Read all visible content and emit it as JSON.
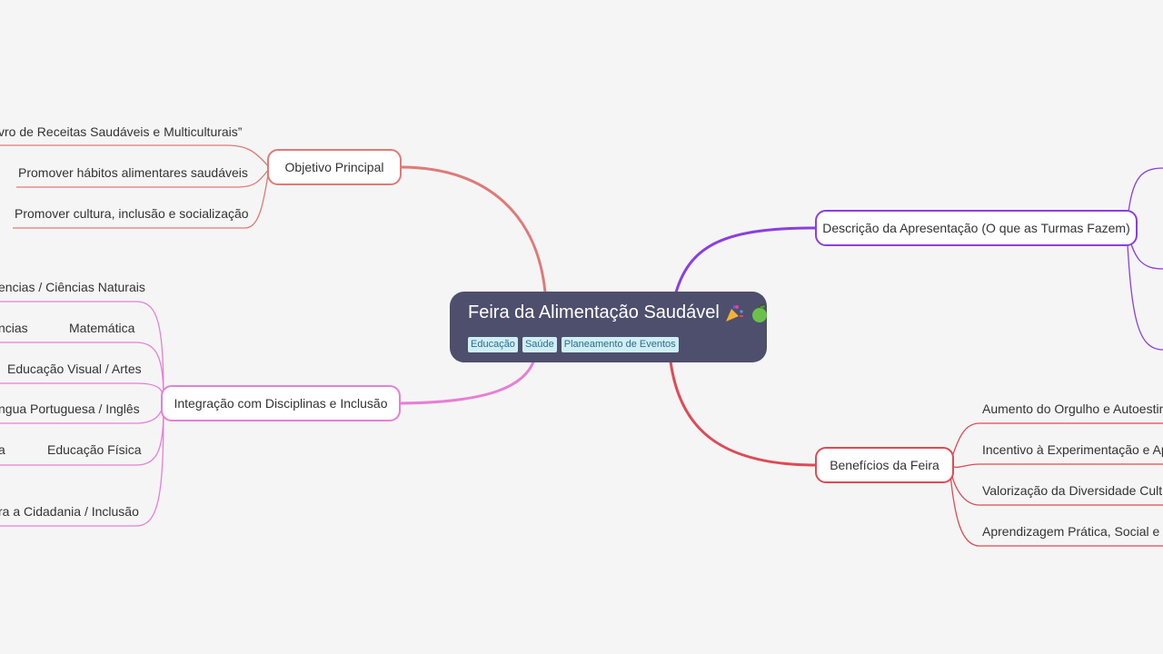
{
  "central": {
    "title": "Feira da Alimentação Saudável",
    "tags": [
      "Educação",
      "Saúde",
      "Planeamento de Eventos"
    ]
  },
  "branches": {
    "objetivo": {
      "label": "Objetivo Principal",
      "color": "#e07a78",
      "children": [
        "vro de Receitas Saudáveis e Multiculturais”",
        "Promover hábitos alimentares saudáveis",
        "Promover cultura, inclusão e socialização"
      ]
    },
    "integracao": {
      "label": "Integração com Disciplinas e Inclusão",
      "color": "#e77fd6",
      "children": [
        "encias / Ciências Naturais",
        "Matemática",
        "Educação Visual / Artes",
        "ngua Portuguesa / Inglês",
        "Educação Física",
        "ra a Cidadania / Inclusão"
      ],
      "sub_fragments": [
        "ncias",
        "a"
      ]
    },
    "descricao": {
      "label": "Descrição da Apresentação (O que as Turmas Fazem)",
      "color": "#8b3fe0"
    },
    "beneficios": {
      "label": "Benefícios da Feira",
      "color": "#e04a55",
      "children": [
        "Aumento do Orgulho e Autoestim",
        "Incentivo à Experimentação e Apr",
        "Valorização da Diversidade Cultur",
        "Aprendizagem Prática, Social e Mo"
      ]
    }
  }
}
